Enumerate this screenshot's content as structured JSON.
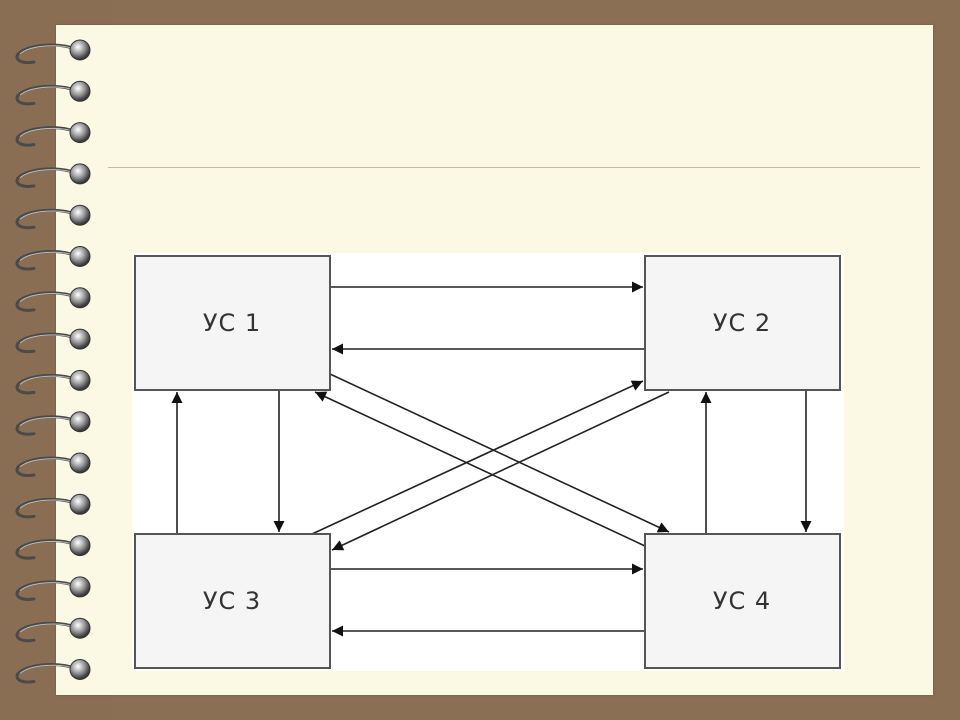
{
  "diagram": {
    "nodes": [
      {
        "id": "n1",
        "label": "УС 1"
      },
      {
        "id": "n2",
        "label": "УС 2"
      },
      {
        "id": "n3",
        "label": "УС 3"
      },
      {
        "id": "n4",
        "label": "УС 4"
      }
    ],
    "edges": [
      {
        "from": "УС 1",
        "to": "УС 2"
      },
      {
        "from": "УС 2",
        "to": "УС 1"
      },
      {
        "from": "УС 1",
        "to": "УС 3"
      },
      {
        "from": "УС 3",
        "to": "УС 1"
      },
      {
        "from": "УС 2",
        "to": "УС 4"
      },
      {
        "from": "УС 4",
        "to": "УС 2"
      },
      {
        "from": "УС 3",
        "to": "УС 4"
      },
      {
        "from": "УС 4",
        "to": "УС 3"
      },
      {
        "from": "УС 1",
        "to": "УС 4"
      },
      {
        "from": "УС 4",
        "to": "УС 1"
      },
      {
        "from": "УС 3",
        "to": "УС 2"
      },
      {
        "from": "УС 2",
        "to": "УС 3"
      }
    ]
  },
  "colors": {
    "frame": "#8b6f55",
    "paper": "#fbf9e3",
    "diagram_bg": "#ffffff",
    "node_fill": "#f5f5f5",
    "stroke": "#555555",
    "arrow": "#111111"
  }
}
